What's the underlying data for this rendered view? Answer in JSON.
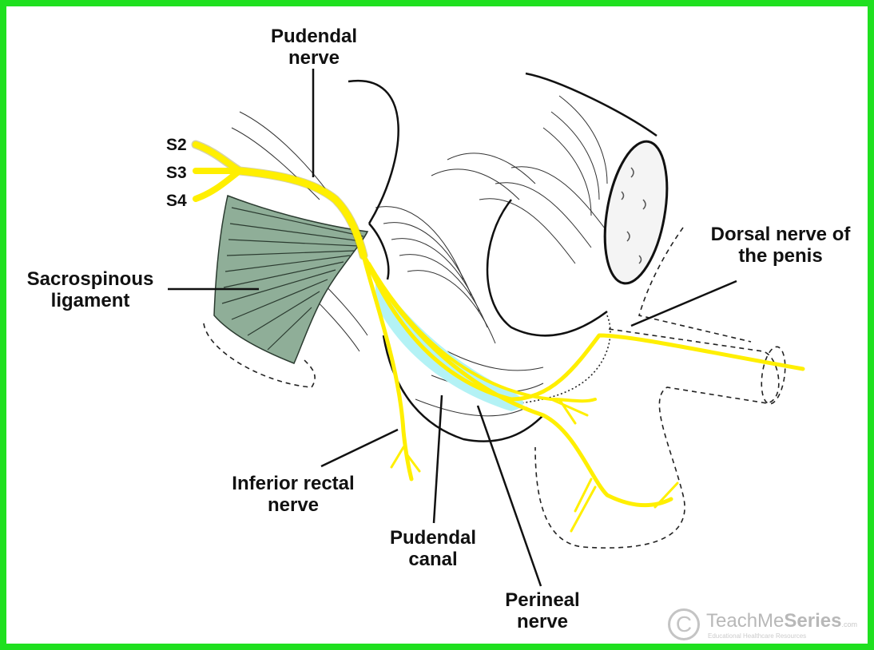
{
  "labels": {
    "pudendal_nerve": [
      "Pudendal",
      "nerve"
    ],
    "s2": "S2",
    "s3": "S3",
    "s4": "S4",
    "sacrospinous_ligament": [
      "Sacrospinous",
      "ligament"
    ],
    "dorsal_nerve": [
      "Dorsal nerve of",
      "the penis"
    ],
    "inferior_rectal_nerve": [
      "Inferior rectal",
      "nerve"
    ],
    "pudendal_canal": [
      "Pudendal",
      "canal"
    ],
    "perineal_nerve": [
      "Perineal",
      "nerve"
    ]
  },
  "watermark": {
    "logo": "C",
    "brand_light": "TeachMe",
    "brand_bold": "Series",
    "brand_suffix": ".com",
    "tagline": "Educational Healthcare Resources"
  },
  "colors": {
    "frame": "#1fe01f",
    "nerve": "#ffef00",
    "ligament": "#8fae98",
    "canal": "#b3f2f5",
    "line": "#111111"
  }
}
